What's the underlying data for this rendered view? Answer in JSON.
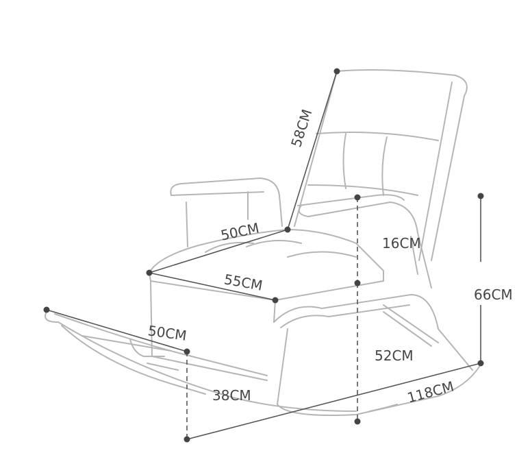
{
  "dimensions": {
    "backrest_height": "58CM",
    "seat_depth": "50CM",
    "armrest_height": "16CM",
    "seat_width": "55CM",
    "total_height": "66CM",
    "footrest_length": "50CM",
    "seat_height": "52CM",
    "footrest_height": "38CM",
    "total_length": "118CM"
  },
  "colors": {
    "outline": "#b5b5b5",
    "dimension": "#444444"
  }
}
